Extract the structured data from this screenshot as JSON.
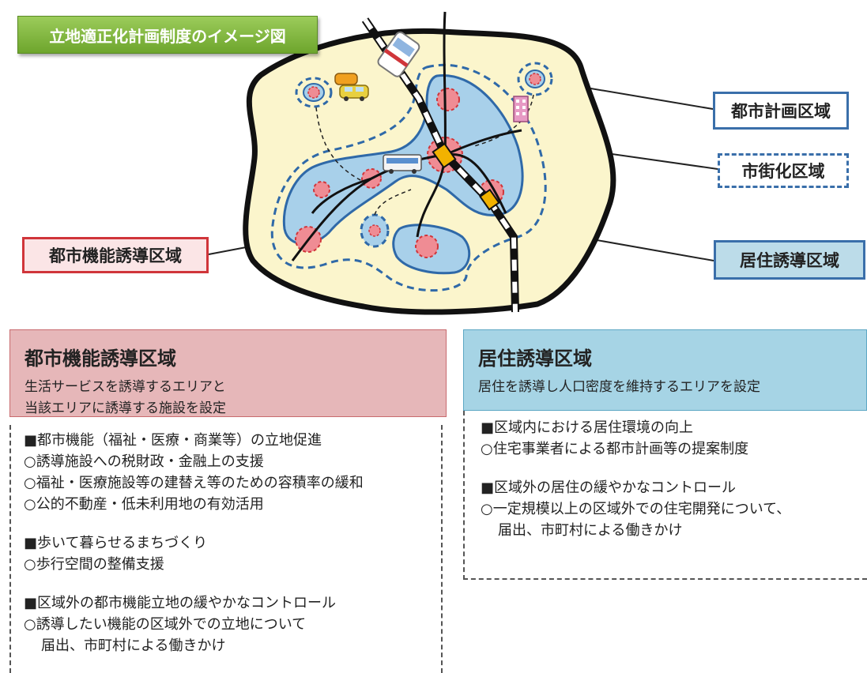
{
  "title": "立地適正化計画制度のイメージ図",
  "labels": {
    "city_planning_area": "都市計画区域",
    "urbanization_area": "市街化区域",
    "residential_area": "居住誘導区域",
    "urban_function_area": "都市機能誘導区域"
  },
  "icons": [
    "train-icon",
    "bus-icon",
    "cars-icon",
    "building-icon",
    "station-icon"
  ],
  "colors": {
    "title_green": "#7cb342",
    "land_fill": "#fbf5cc",
    "urban_fill": "#a8d0ea",
    "outline_blue": "#2f69a8",
    "function_red": "#d0353a",
    "station_yellow": "#f2b200"
  },
  "left_panel": {
    "title": "都市機能誘導区域",
    "desc1": "生活サービスを誘導するエリアと",
    "desc2": "当該エリアに誘導する施設を設定",
    "groups": [
      {
        "lines": [
          "■都市機能（福祉・医療・商業等）の立地促進",
          "○誘導施設への税財政・金融上の支援",
          "○福祉・医療施設等の建替え等のための容積率の緩和",
          "○公的不動産・低未利用地の有効活用"
        ]
      },
      {
        "lines": [
          "■歩いて暮らせるまちづくり",
          "○歩行空間の整備支援"
        ]
      },
      {
        "lines": [
          "■区域外の都市機能立地の緩やかなコントロール",
          "○誘導したい機能の区域外での立地について",
          "届出、市町村による働きかけ"
        ]
      }
    ]
  },
  "right_panel": {
    "title": "居住誘導区域",
    "desc": "居住を誘導し人口密度を維持するエリアを設定",
    "groups": [
      {
        "lines": [
          "■区域内における居住環境の向上",
          "○住宅事業者による都市計画等の提案制度"
        ]
      },
      {
        "lines": [
          "■区域外の居住の緩やかなコントロール",
          "○一定規模以上の区域外での住宅開発について、",
          "届出、市町村による働きかけ"
        ]
      }
    ]
  }
}
